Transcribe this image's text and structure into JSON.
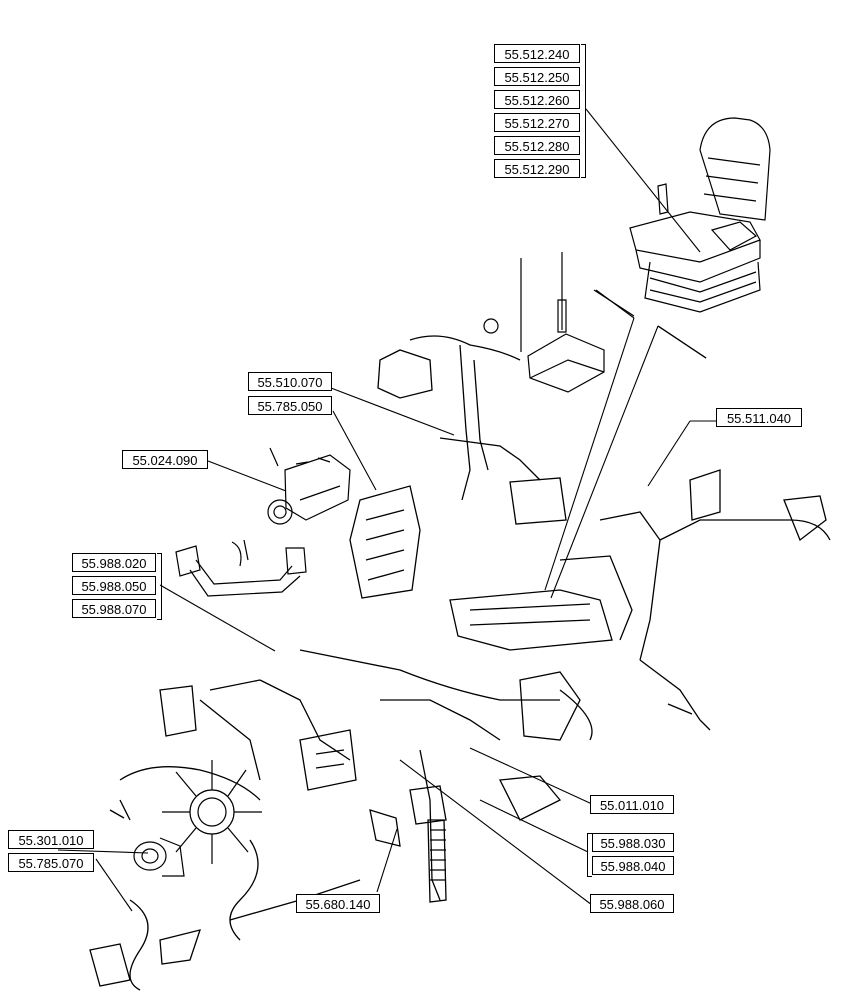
{
  "diagram": {
    "callouts": {
      "seat_group": [
        "55.512.240",
        "55.512.250",
        "55.512.260",
        "55.512.270",
        "55.512.280",
        "55.512.290"
      ],
      "harness_top_a": "55.510.070",
      "harness_top_b": "55.785.050",
      "pump": "55.024.090",
      "right_harness": "55.511.040",
      "pedal_group": [
        "55.988.020",
        "55.988.050",
        "55.988.070"
      ],
      "center_right": "55.011.010",
      "lower_right_group": [
        "55.988.030",
        "55.988.040"
      ],
      "lower_right_single": "55.988.060",
      "alternator": "55.301.010",
      "left_lower": "55.785.070",
      "bottom_center": "55.680.140"
    }
  }
}
